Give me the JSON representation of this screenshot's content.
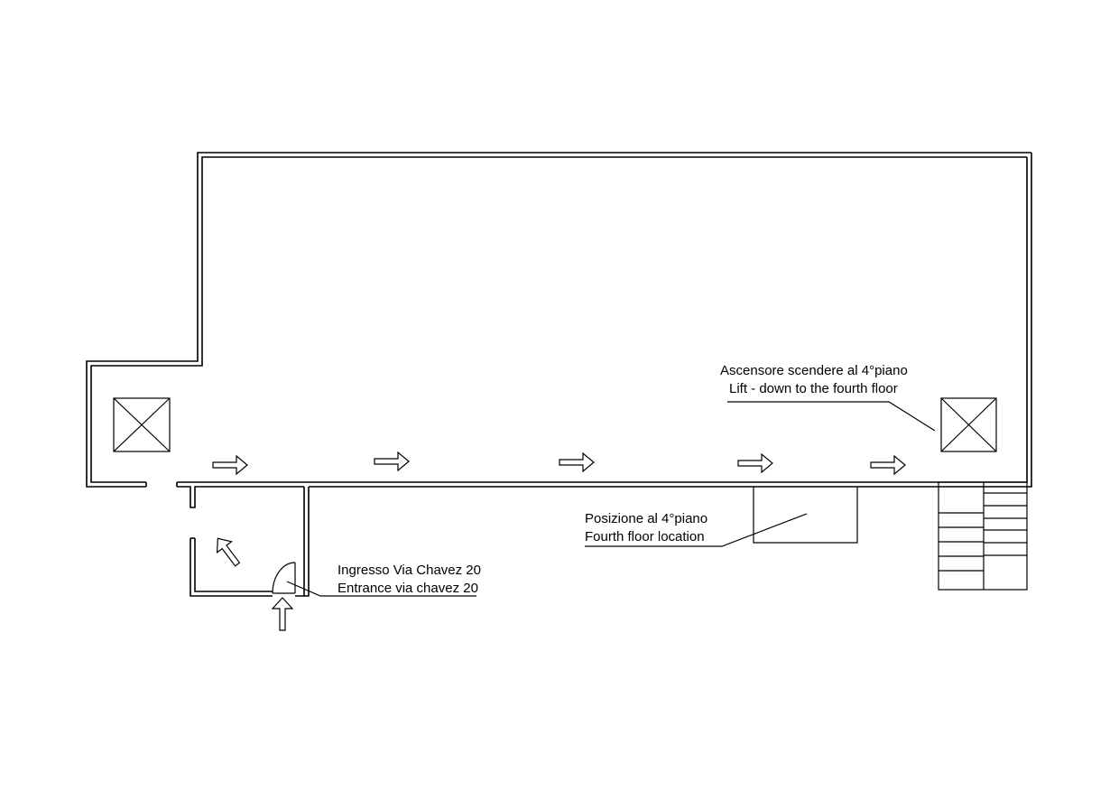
{
  "labels": {
    "lift": {
      "line1": "Ascensore scendere al 4°piano",
      "line2": "Lift - down to the fourth floor"
    },
    "location": {
      "line1": "Posizione al 4°piano",
      "line2": "Fourth floor location"
    },
    "entrance": {
      "line1": "Ingresso Via Chavez 20",
      "line2": "Entrance via chavez 20"
    }
  },
  "colors": {
    "line": "#000000",
    "background": "#ffffff"
  }
}
